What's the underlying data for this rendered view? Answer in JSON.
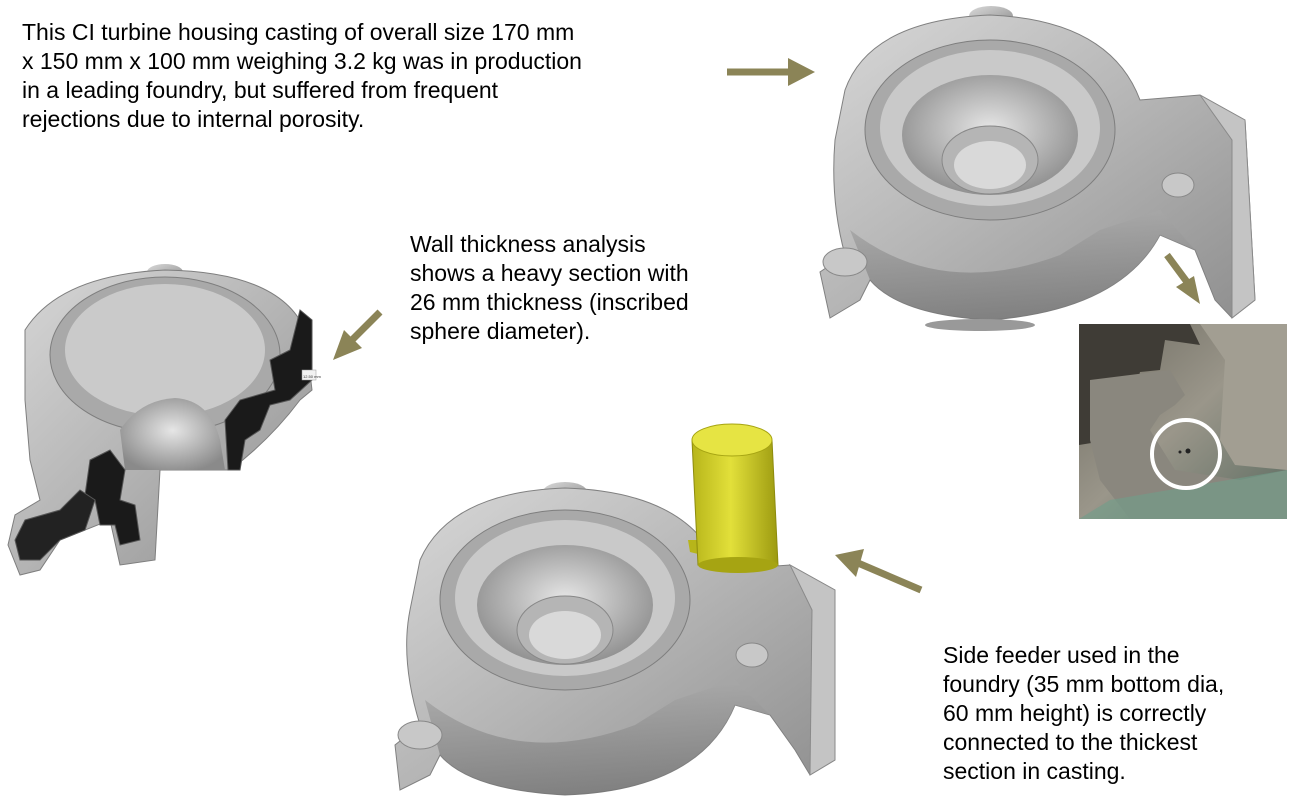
{
  "texts": {
    "intro": [
      "This CI turbine housing casting  of overall size 170 mm",
      "x 150 mm x 100 mm weighing 3.2 kg was in production",
      "in a leading foundry, but suffered from frequent",
      "rejections due to internal porosity."
    ],
    "wall_thickness": [
      "Wall thickness analysis",
      "shows a heavy section with",
      "26 mm thickness (inscribed",
      "sphere diameter)."
    ],
    "side_feeder": [
      "Side feeder used in  the",
      "foundry (35 mm bottom dia,",
      "60 mm height) is correctly",
      "connected to the thickest",
      "section in casting."
    ]
  },
  "measure_label": "12.50 mm",
  "colors": {
    "arrow": "#8b8457",
    "casting": "#b8b8b8",
    "feeder": "#d4d21c",
    "section": "#1a1a1a",
    "highlight_circle": "#ffffff"
  }
}
